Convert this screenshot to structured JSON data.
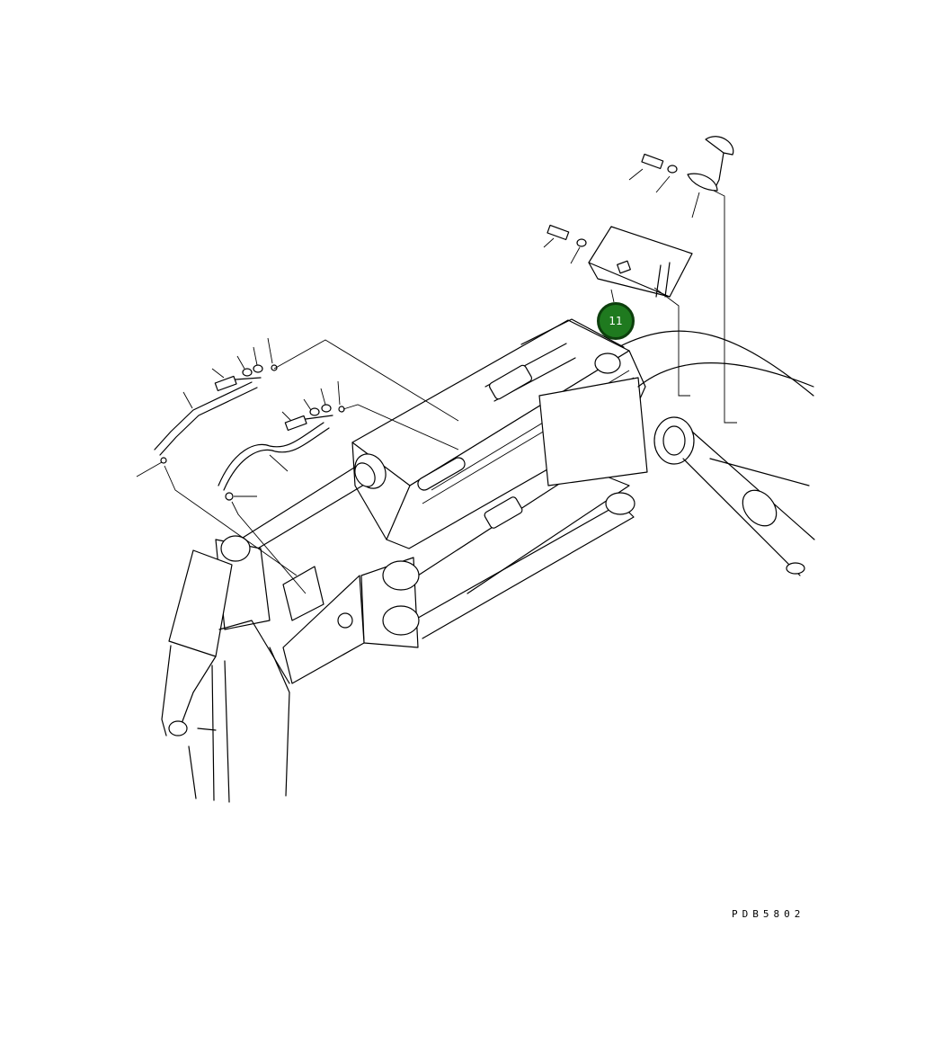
{
  "diagram": {
    "kind": "exploded parts drawing",
    "line_color": "#000000",
    "background_color": "#ffffff"
  },
  "callouts": [
    {
      "label": "11",
      "color": "#1f7a1f",
      "border_color": "#0d3f0d",
      "text_color": "#ffffff"
    }
  ],
  "drawing_code": "PDB5802"
}
